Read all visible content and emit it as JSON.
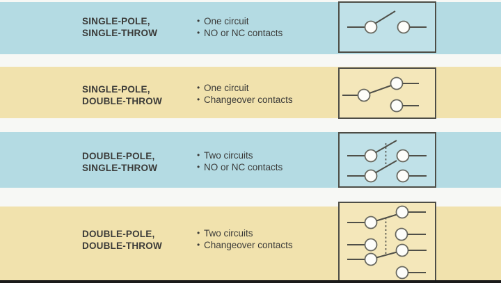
{
  "colors": {
    "blue_band": "#b4dbe3",
    "yellow_band": "#f1e2ad",
    "background": "#f7f8f5",
    "box_border": "#4d4d46",
    "diagram_line": "#4f4f48",
    "text": "#3a3a38",
    "bottom_bar": "#1a1a1a"
  },
  "bullet_glyph": "•",
  "rows": [
    {
      "label_lines": [
        "SINGLE-POLE,",
        "SINGLE-THROW"
      ],
      "bullets": [
        "One circuit",
        "NO or NC contacts"
      ],
      "symbol_icon": "spst-switch-symbol",
      "band_color": "#b4dbe3"
    },
    {
      "label_lines": [
        "SINGLE-POLE,",
        "DOUBLE-THROW"
      ],
      "bullets": [
        "One circuit",
        "Changeover contacts"
      ],
      "symbol_icon": "spdt-switch-symbol",
      "band_color": "#f1e2ad"
    },
    {
      "label_lines": [
        "DOUBLE-POLE,",
        "SINGLE-THROW"
      ],
      "bullets": [
        "Two circuits",
        "NO or NC contacts"
      ],
      "symbol_icon": "dpst-switch-symbol",
      "band_color": "#b4dbe3"
    },
    {
      "label_lines": [
        "DOUBLE-POLE,",
        "DOUBLE-THROW"
      ],
      "bullets": [
        "Two circuits",
        "Changeover contacts"
      ],
      "symbol_icon": "dpdt-switch-symbol",
      "band_color": "#f1e2ad"
    }
  ]
}
